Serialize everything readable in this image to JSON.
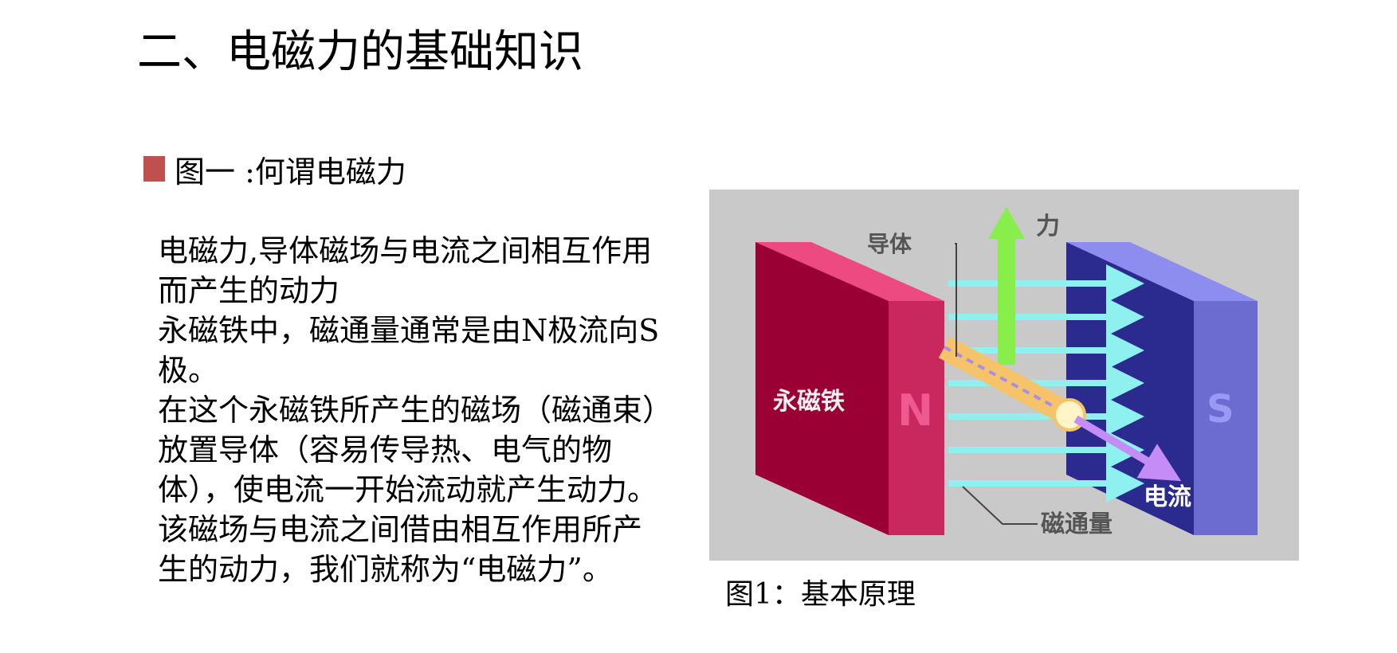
{
  "page": {
    "title": "二、电磁力的基础知识"
  },
  "section": {
    "heading": "图一 :何谓电磁力",
    "bullet_color": "#c0504d",
    "paragraphs": [
      "电磁力,导体磁场与电流之间相互作用而产生的动力",
      "永磁铁中，磁通量通常是由N极流向S极。",
      "在这个永磁铁所产生的磁场（磁通束）放置导体（容易传导热、电气的物体），使电流一开始流动就产生动力。该磁场与电流之间借由相互作用所产生的动力，我们就称为“电磁力”。"
    ]
  },
  "figure": {
    "caption": "图1：基本原理",
    "labels": {
      "conductor": "导体",
      "force": "力",
      "magnet": "永磁铁",
      "north": "N",
      "south": "S",
      "current": "电流",
      "flux": "磁通量"
    },
    "colors": {
      "background": "#c9c9c9",
      "n_magnet_front": "#9b0034",
      "n_magnet_side": "#c8285e",
      "n_magnet_top": "#ee4a82",
      "s_magnet_front": "#2b2b8f",
      "s_magnet_side": "#6c6cd0",
      "s_magnet_top": "#8d8df0",
      "flux_lines": "#8ff0f0",
      "force_arrow": "#88ee4a",
      "conductor": "#f5c46a",
      "current_arrow": "#c68cf5"
    }
  }
}
